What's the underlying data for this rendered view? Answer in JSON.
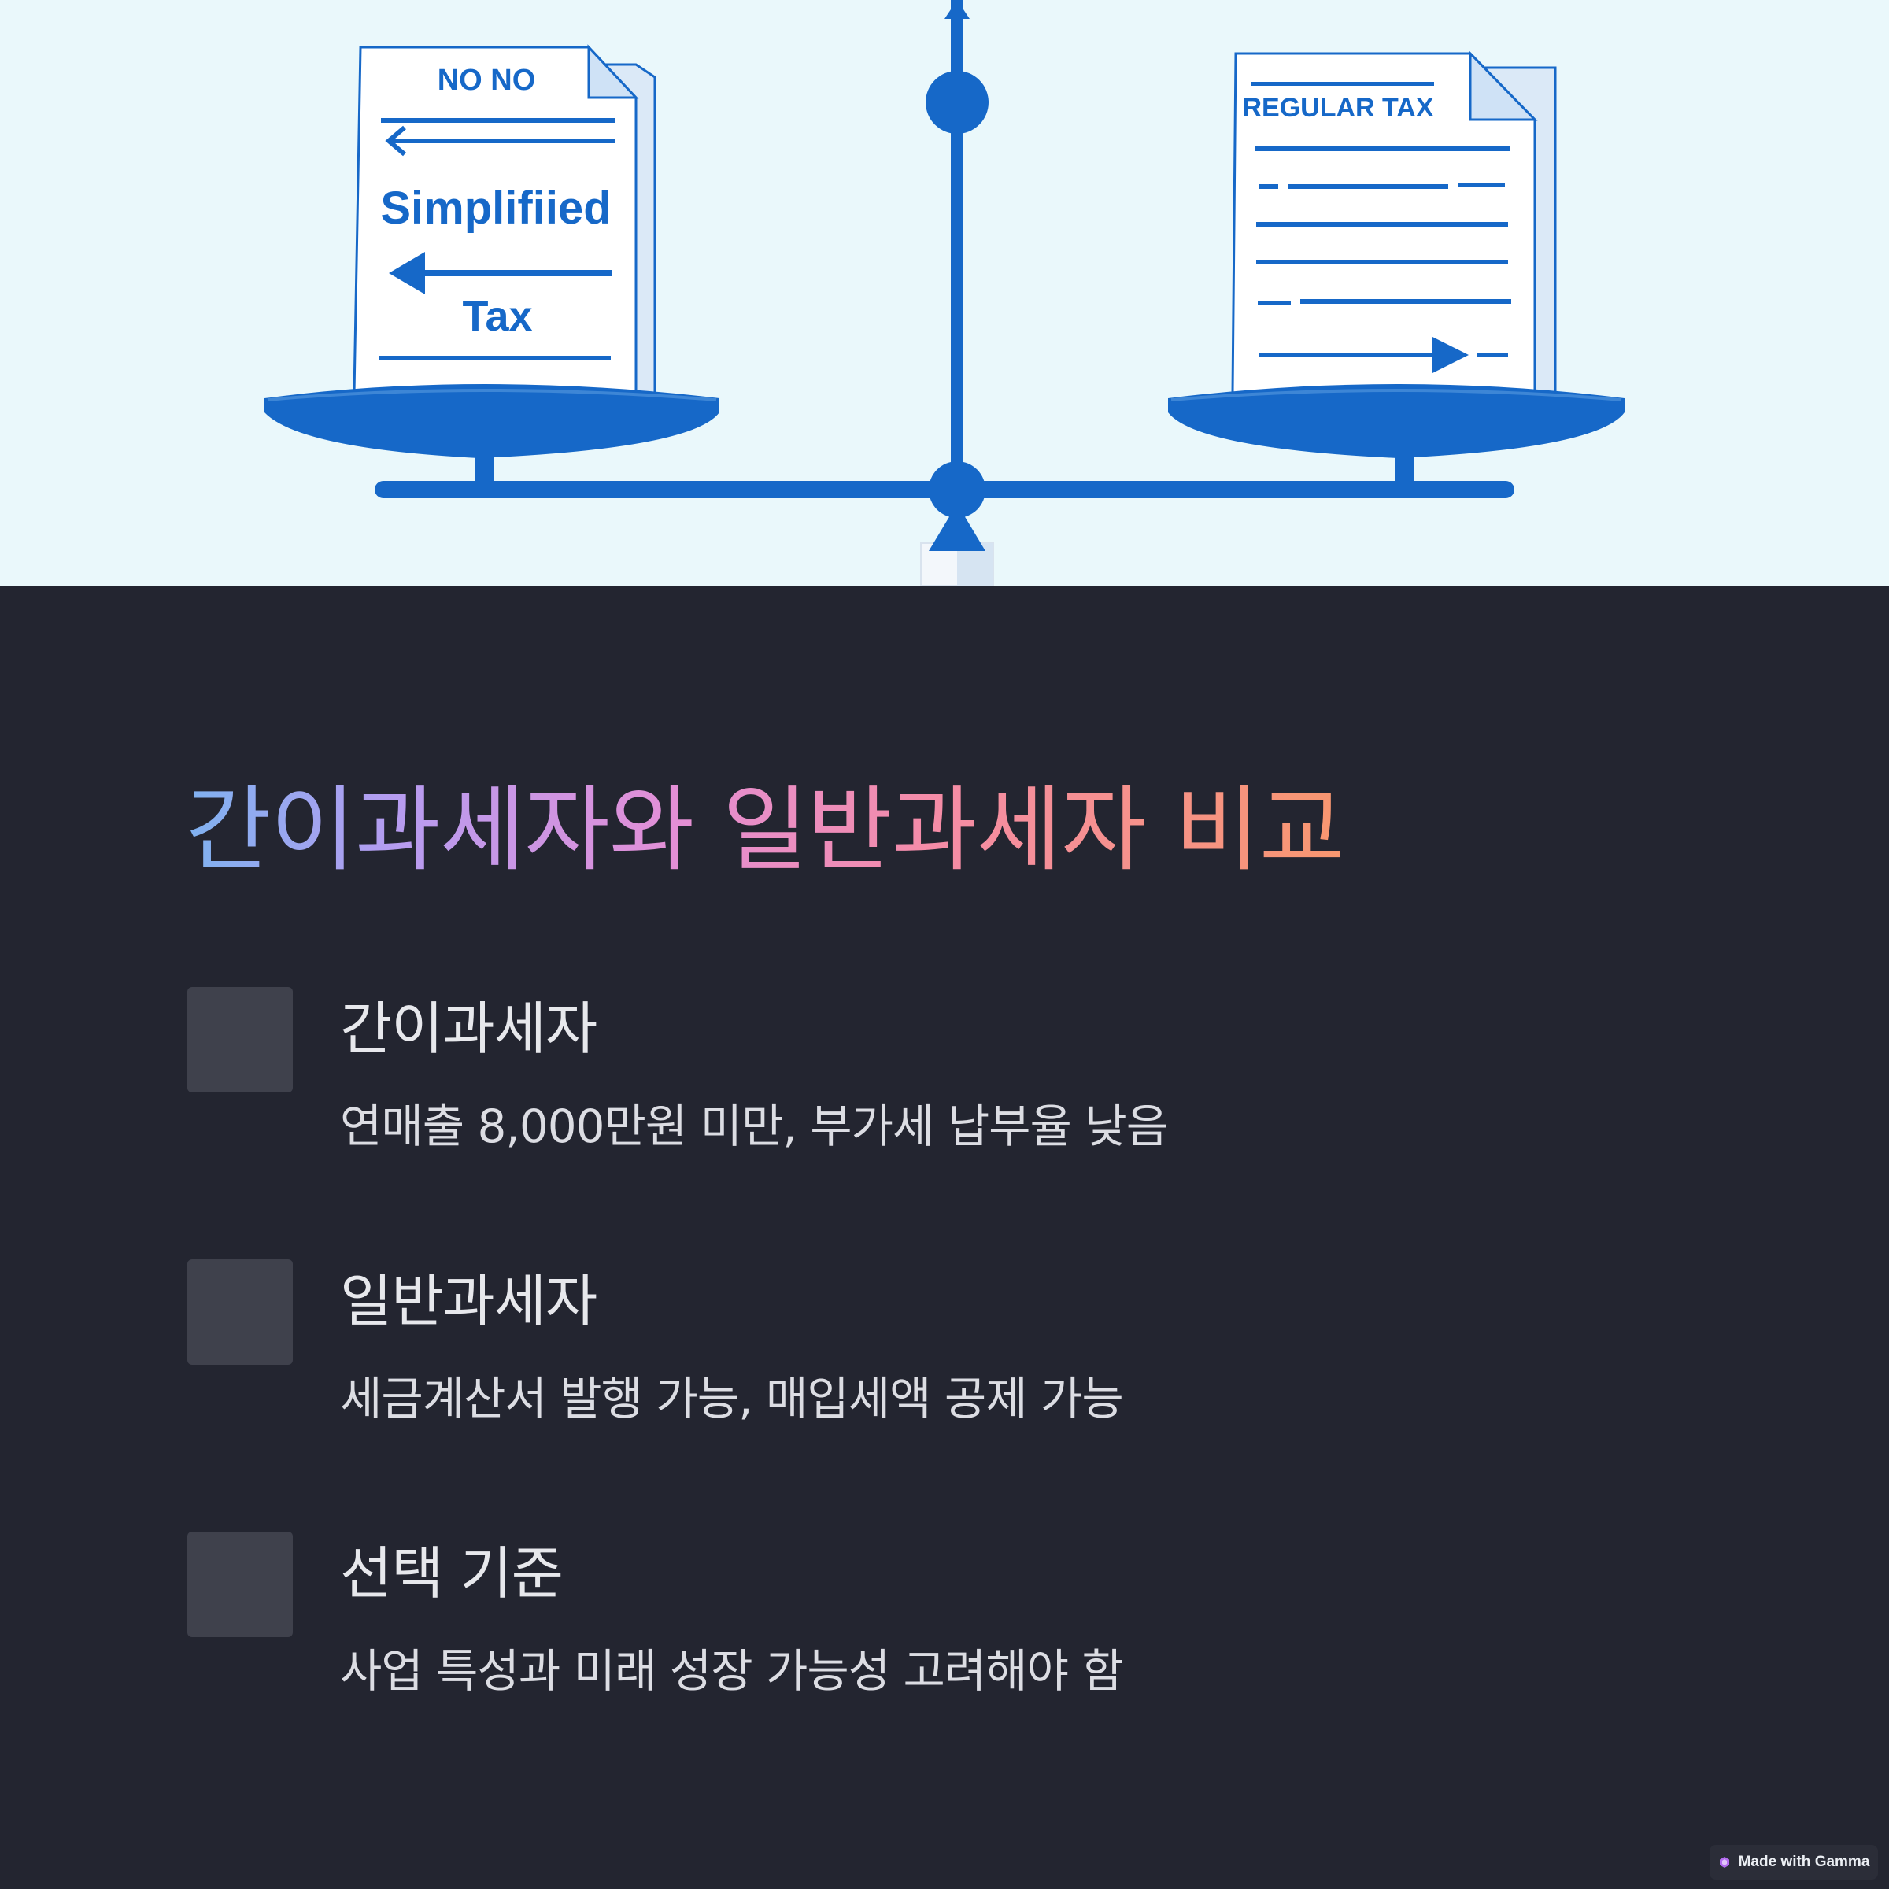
{
  "hero": {
    "left_doc": {
      "header": "NO NO",
      "line1": "Simplifiied",
      "line2": "Tax"
    },
    "right_doc": {
      "header": "REGULAR TAX"
    },
    "colors": {
      "background": "#eaf8fb",
      "blue": "#1668c8"
    }
  },
  "main": {
    "title": "간이과세자와 일반과세자 비교",
    "items": [
      {
        "heading": "간이과세자",
        "description": "연매출 8,000만원 미만, 부가세 납부율 낮음"
      },
      {
        "heading": "일반과세자",
        "description": "세금계산서 발행 가능, 매입세액 공제 가능"
      },
      {
        "heading": "선택 기준",
        "description": "사업 특성과 미래 성장 가능성 고려해야 함"
      }
    ]
  },
  "badge": {
    "label": "Made with Gamma"
  },
  "theme": {
    "page_bg": "#232530",
    "item_box": "#3f414c",
    "gradient": [
      "#7fb2f0",
      "#b69cf0",
      "#e38fd6",
      "#f48ca8",
      "#f8976f"
    ]
  }
}
